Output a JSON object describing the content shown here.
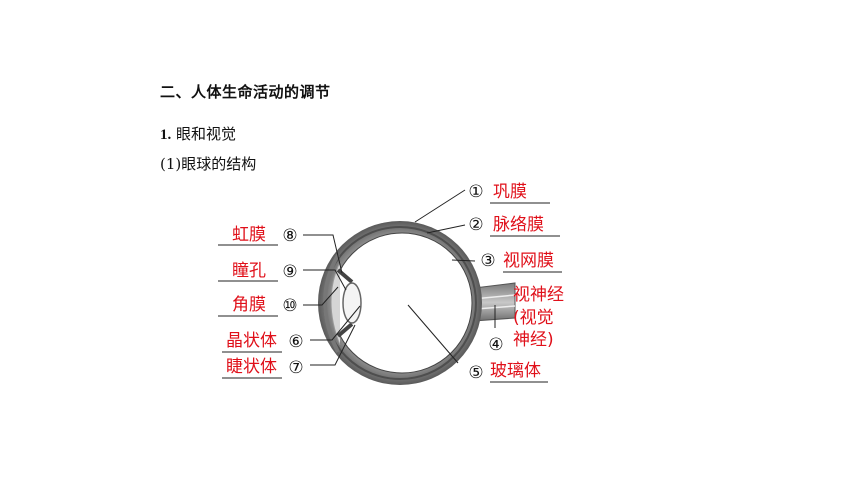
{
  "section_title": "二、人体生命活动的调节",
  "subsection": {
    "number": "1.",
    "title": "眼和视觉"
  },
  "sub_subsection": "(1)眼球的结构",
  "diagram": {
    "labels": [
      {
        "num": "1",
        "text": "巩膜"
      },
      {
        "num": "2",
        "text": "脉络膜"
      },
      {
        "num": "3",
        "text": "视网膜"
      },
      {
        "num": "4",
        "text_lines": [
          "视神经",
          "(视觉",
          "神经)"
        ]
      },
      {
        "num": "5",
        "text": "玻璃体"
      },
      {
        "num": "6",
        "text": "晶状体"
      },
      {
        "num": "7",
        "text": "睫状体"
      },
      {
        "num": "8",
        "text": "虹膜"
      },
      {
        "num": "9",
        "text": "瞳孔"
      },
      {
        "num": "10",
        "text": "角膜"
      }
    ],
    "colors": {
      "label": "#e0101a",
      "outer_wall": "#6e6e6e",
      "inner_body": "#ffffff"
    }
  }
}
